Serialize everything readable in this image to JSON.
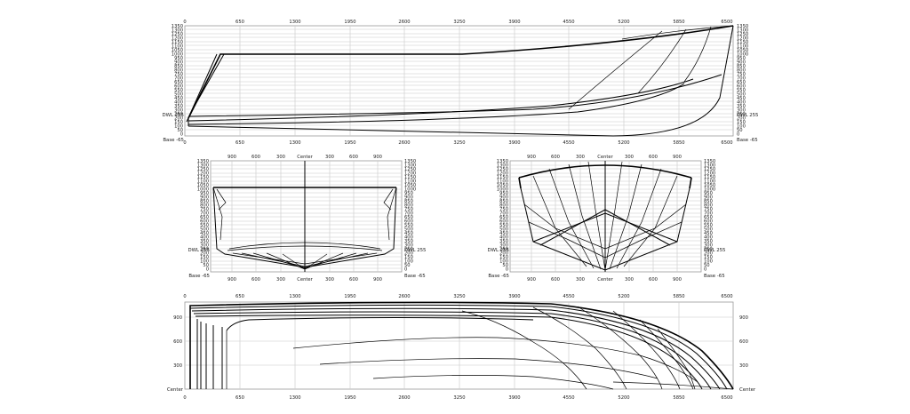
{
  "views": {
    "profile": {
      "top_ticks": [
        "0",
        "650",
        "1300",
        "1950",
        "2600",
        "3250",
        "3900",
        "4550",
        "5200",
        "5850",
        "6500"
      ],
      "bottom_ticks": [
        "0",
        "650",
        "1300",
        "1950",
        "2600",
        "3250",
        "3900",
        "4550",
        "5200",
        "5850",
        "6500"
      ],
      "left_ticks": [
        "1350",
        "1300",
        "1250",
        "1200",
        "1150",
        "1100",
        "1050",
        "1000",
        "950",
        "900",
        "850",
        "800",
        "750",
        "700",
        "650",
        "600",
        "550",
        "500",
        "450",
        "400",
        "350",
        "300",
        "250",
        "200",
        "150",
        "100",
        "50",
        "0"
      ],
      "right_ticks": [
        "1350",
        "1300",
        "1250",
        "1200",
        "1150",
        "1100",
        "1050",
        "1000",
        "950",
        "900",
        "850",
        "800",
        "750",
        "700",
        "650",
        "600",
        "550",
        "500",
        "450",
        "400",
        "350",
        "300",
        "250",
        "200",
        "150",
        "100",
        "50",
        "0"
      ],
      "dwl_label": "DWL 255",
      "base_label": "Base -65"
    },
    "stern": {
      "top_ticks": [
        "900",
        "600",
        "300",
        "Center",
        "300",
        "600",
        "900"
      ],
      "bottom_ticks": [
        "900",
        "600",
        "300",
        "Center",
        "300",
        "600",
        "900"
      ],
      "left_ticks": [
        "1350",
        "1300",
        "1250",
        "1200",
        "1150",
        "1100",
        "1050",
        "1000",
        "950",
        "900",
        "850",
        "800",
        "750",
        "700",
        "650",
        "600",
        "550",
        "500",
        "450",
        "400",
        "350",
        "300",
        "250",
        "200",
        "150",
        "100",
        "50",
        "0"
      ],
      "right_ticks": [
        "1350",
        "1300",
        "1250",
        "1200",
        "1150",
        "1100",
        "1050",
        "1000",
        "950",
        "900",
        "850",
        "800",
        "750",
        "700",
        "650",
        "600",
        "550",
        "500",
        "450",
        "400",
        "350",
        "300",
        "250",
        "200",
        "150",
        "100",
        "50",
        "0"
      ],
      "dwl_label": "DWL 255",
      "base_label": "Base -65"
    },
    "bow": {
      "top_ticks": [
        "900",
        "600",
        "300",
        "Center",
        "300",
        "600",
        "900"
      ],
      "bottom_ticks": [
        "900",
        "600",
        "300",
        "Center",
        "300",
        "600",
        "900"
      ],
      "left_ticks": [
        "1350",
        "1300",
        "1250",
        "1200",
        "1150",
        "1100",
        "1050",
        "1000",
        "950",
        "900",
        "850",
        "800",
        "750",
        "700",
        "650",
        "600",
        "550",
        "500",
        "450",
        "400",
        "350",
        "300",
        "250",
        "200",
        "150",
        "100",
        "50",
        "0"
      ],
      "right_ticks": [
        "1350",
        "1300",
        "1250",
        "1200",
        "1150",
        "1100",
        "1050",
        "1000",
        "950",
        "900",
        "850",
        "800",
        "750",
        "700",
        "650",
        "600",
        "550",
        "500",
        "450",
        "400",
        "350",
        "300",
        "250",
        "200",
        "150",
        "100",
        "50",
        "0"
      ],
      "dwl_label": "DWL 255",
      "base_label": "Base -65"
    },
    "plan": {
      "top_ticks": [
        "0",
        "650",
        "1300",
        "1950",
        "2600",
        "3250",
        "3900",
        "4550",
        "5200",
        "5850",
        "6500"
      ],
      "bottom_ticks": [
        "0",
        "650",
        "1300",
        "1950",
        "2600",
        "3250",
        "3900",
        "4550",
        "5200",
        "5850",
        "6500"
      ],
      "left_ticks": [
        "900",
        "600",
        "300"
      ],
      "right_ticks": [
        "900",
        "600",
        "300"
      ],
      "center_label": "Center"
    }
  }
}
